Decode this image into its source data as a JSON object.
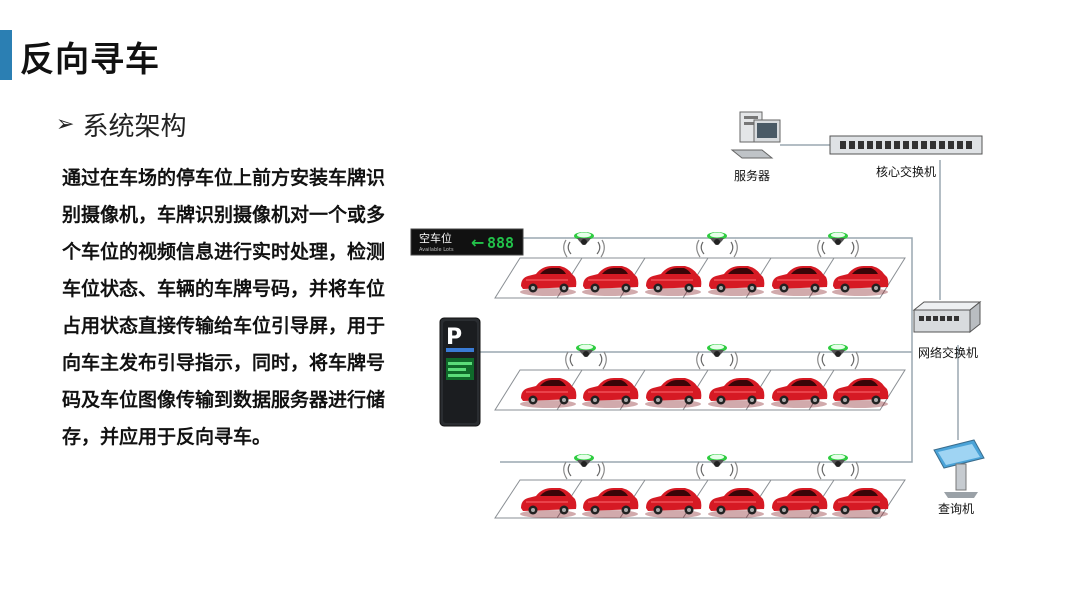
{
  "title": "反向寻车",
  "section": "系统架构",
  "description": "通过在车场的停车位上前方安装车牌识别摄像机，车牌识别摄像机对一个或多个车位的视频信息进行实时处理，检测车位状态、车辆的车牌号码，并将车位占用状态直接传输给车位引导屏，用于向车主发布引导指示，同时，将车牌号码及车位图像传输到数据服务器进行储存，并应用于反向寻车。",
  "diagram": {
    "server_label": "服务器",
    "core_switch_label": "核心交换机",
    "network_switch_label": "网络交换机",
    "kiosk_label": "查询机",
    "guide_sign": {
      "label": "空车位",
      "sub": "Available Lots",
      "arrow": "←",
      "count": "888"
    },
    "totem_letter": "P",
    "rows": 3,
    "cars_per_row": 6,
    "cameras_per_row": 3
  },
  "colors": {
    "accent": "#2b7fb3",
    "car": "#d61a24",
    "camera_ring": "#2ecc40",
    "sign_green": "#22c24a"
  }
}
